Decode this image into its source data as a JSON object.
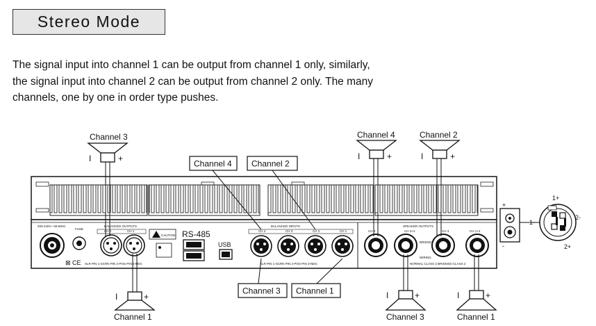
{
  "title": "Stereo Mode",
  "description": "The signal input into channel 1 can be output from channel 1 only, similarly, the signal input into channel 2 can be output from channel 2 only. The many channels, one by one in order type pushes.",
  "callouts": {
    "top_ch4": "Channel 4",
    "top_ch2": "Channel 2",
    "bottom_ch3": "Channel 3",
    "bottom_ch1": "Channel 1"
  },
  "speakers": {
    "top_left": "Channel 3",
    "top_mid": "Channel 4",
    "top_right": "Channel 2",
    "bottom_left": "Channel 1",
    "bottom_mid": "Channel 3",
    "bottom_right": "Channel 1"
  },
  "panel": {
    "rs485": "RS-485",
    "usb": "USB",
    "fuse": "FUSE",
    "power_spec": "200-240V~ 50-60Hz",
    "balanced_outputs": "BALANCED OUTPUTS",
    "balanced_inputs": "BALANCED INPUTS",
    "speaker_outputs": "SPEAKER OUTPUTS",
    "caution": "CAUTION",
    "xlr_pins_left": "XLR PIN 1-SCRN PIN 2-POS PIN 3-NEG",
    "xlr_pins_right": "XLR PIN 1-SCRN PIN 2-POS PIN 3-NEG",
    "ch_labels_outputs": [
      "CH 2",
      "CH 1"
    ],
    "ch_labels_inputs": [
      "CH 4",
      "CH 3",
      "CH 2",
      "CH 1"
    ],
    "ch_labels_speakers": [
      "CH 4",
      "CH 3+4",
      "CH 3",
      "CH 1+2"
    ],
    "bridge": "BRIDGE",
    "wiring": "WIRING",
    "wiring_modes": "NORMAL CLASS 2 BRIDGED CLASS 2"
  },
  "plug": {
    "minus": "1-",
    "plus": "1+",
    "minus2": "2-",
    "plus2": "2+",
    "box_plus": "+",
    "box_minus": "-"
  },
  "polarity": {
    "minus": "I",
    "plus": "+"
  }
}
